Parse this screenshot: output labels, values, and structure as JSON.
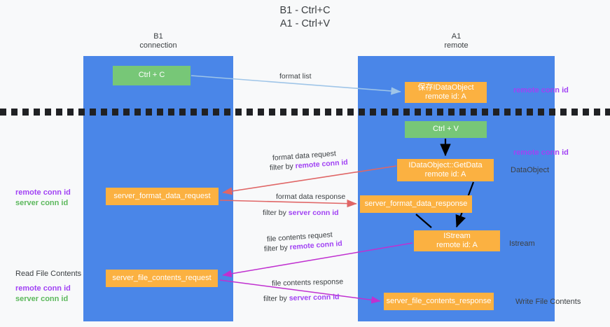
{
  "title": {
    "line1": "B1 - Ctrl+C",
    "line2": "A1 - Ctrl+V"
  },
  "columns": [
    {
      "name": "B1",
      "sub": "connection"
    },
    {
      "name": "A1",
      "sub": "remote"
    }
  ],
  "nodes": {
    "ctrl_c": {
      "label": "Ctrl + C",
      "color": "#77c777"
    },
    "save_idataobject": {
      "line1": "保存IDataObject",
      "line2": "remote id: A",
      "color": "#fbb141"
    },
    "ctrl_v": {
      "label": "Ctrl + V",
      "color": "#77c777"
    },
    "getdata": {
      "line1": "IDataObject::GetData",
      "line2": "remote id: A",
      "color": "#fbb141"
    },
    "server_format_data_request": {
      "label": "server_format_data_request",
      "color": "#fbb141"
    },
    "server_format_data_response": {
      "label": "server_format_data_response",
      "color": "#fbb141"
    },
    "istream": {
      "line1": "IStream",
      "line2": "remote id: A",
      "color": "#fbb141"
    },
    "server_file_contents_request": {
      "label": "server_file_contents_request",
      "color": "#fbb141"
    },
    "server_file_contents_response": {
      "label": "server_file_contents_response",
      "color": "#fbb141"
    }
  },
  "edge_labels": {
    "format_list": "format list",
    "format_data_request": "format data request",
    "format_data_request_filter_prefix": "filter by ",
    "format_data_request_filter_key": "remote conn id",
    "format_data_response": "format data response",
    "format_data_response_filter_prefix": "filter by ",
    "format_data_response_filter_key": "server conn id",
    "file_contents_request": "file contents request",
    "file_contents_request_filter_prefix": "filter by ",
    "file_contents_request_filter_key": "remote conn id",
    "file_contents_response": "file contents response",
    "file_contents_response_filter_prefix": "filter by ",
    "file_contents_response_filter_key": "server conn id"
  },
  "annotations": {
    "remote_conn_id_top": "remote conn id",
    "remote_conn_id_mid": "remote conn id",
    "dataobject": "DataObject",
    "istream": "Istream",
    "write_file_contents": "Write File Contents",
    "read_file_contents": "Read File Contents",
    "left_remote_conn_id_mid": "remote conn id",
    "left_server_conn_id_mid": "server conn id",
    "left_remote_conn_id_bottom": "remote conn id",
    "left_server_conn_id_bottom": "server conn id"
  },
  "colors": {
    "lane": "#4a86e8",
    "node_green": "#77c777",
    "node_orange": "#fbb141",
    "accent_purple": "#a142f4",
    "accent_green": "#5cb85c",
    "arrow_light_blue": "#9fc5e8",
    "arrow_red": "#e06666",
    "arrow_magenta": "#c030d0",
    "arrow_black": "#000000",
    "divider": "#202124",
    "background": "#f8f9fa"
  }
}
